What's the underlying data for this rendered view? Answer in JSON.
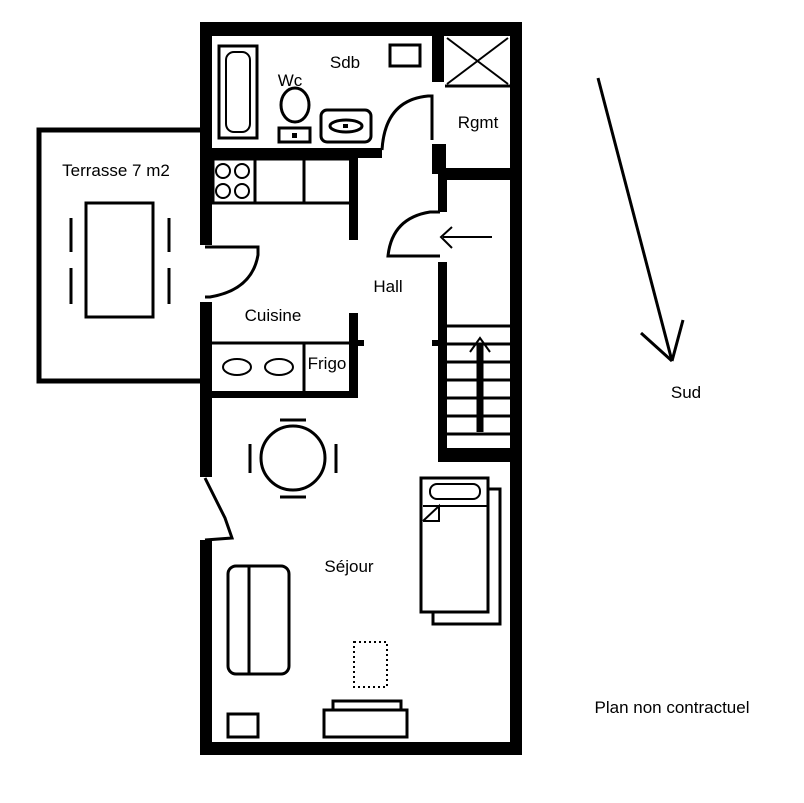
{
  "rooms": {
    "sdb": "Sdb",
    "wc": "Wc",
    "rgmt": "Rgmt",
    "terrasse": "Terrasse 7 m2",
    "hall": "Hall",
    "cuisine": "Cuisine",
    "frigo": "Frigo",
    "sejour": "Séjour"
  },
  "compass": {
    "label": "Sud"
  },
  "disclaimer": "Plan non contractuel",
  "colors": {
    "ink": "#000000",
    "background": "#ffffff"
  }
}
